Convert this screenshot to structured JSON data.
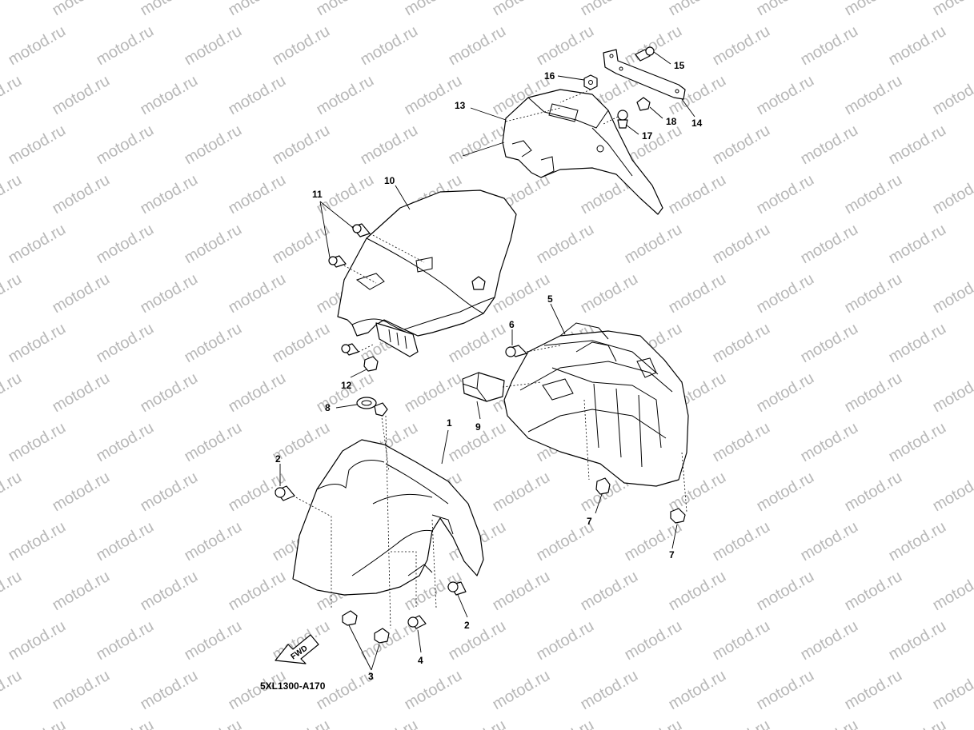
{
  "watermark": {
    "text": "motod.ru"
  },
  "part_code": "5XL1300-A170",
  "fwd_label": "FWD",
  "callouts": [
    {
      "id": "c1",
      "label": "1"
    },
    {
      "id": "c2a",
      "label": "2"
    },
    {
      "id": "c2b",
      "label": "2"
    },
    {
      "id": "c3",
      "label": "3"
    },
    {
      "id": "c4",
      "label": "4"
    },
    {
      "id": "c5",
      "label": "5"
    },
    {
      "id": "c6",
      "label": "6"
    },
    {
      "id": "c7a",
      "label": "7"
    },
    {
      "id": "c7b",
      "label": "7"
    },
    {
      "id": "c8",
      "label": "8"
    },
    {
      "id": "c9",
      "label": "9"
    },
    {
      "id": "c10",
      "label": "10"
    },
    {
      "id": "c11",
      "label": "11"
    },
    {
      "id": "c12",
      "label": "12"
    },
    {
      "id": "c13",
      "label": "13"
    },
    {
      "id": "c14",
      "label": "14"
    },
    {
      "id": "c15",
      "label": "15"
    },
    {
      "id": "c16",
      "label": "16"
    },
    {
      "id": "c17",
      "label": "17"
    },
    {
      "id": "c18",
      "label": "18"
    }
  ]
}
